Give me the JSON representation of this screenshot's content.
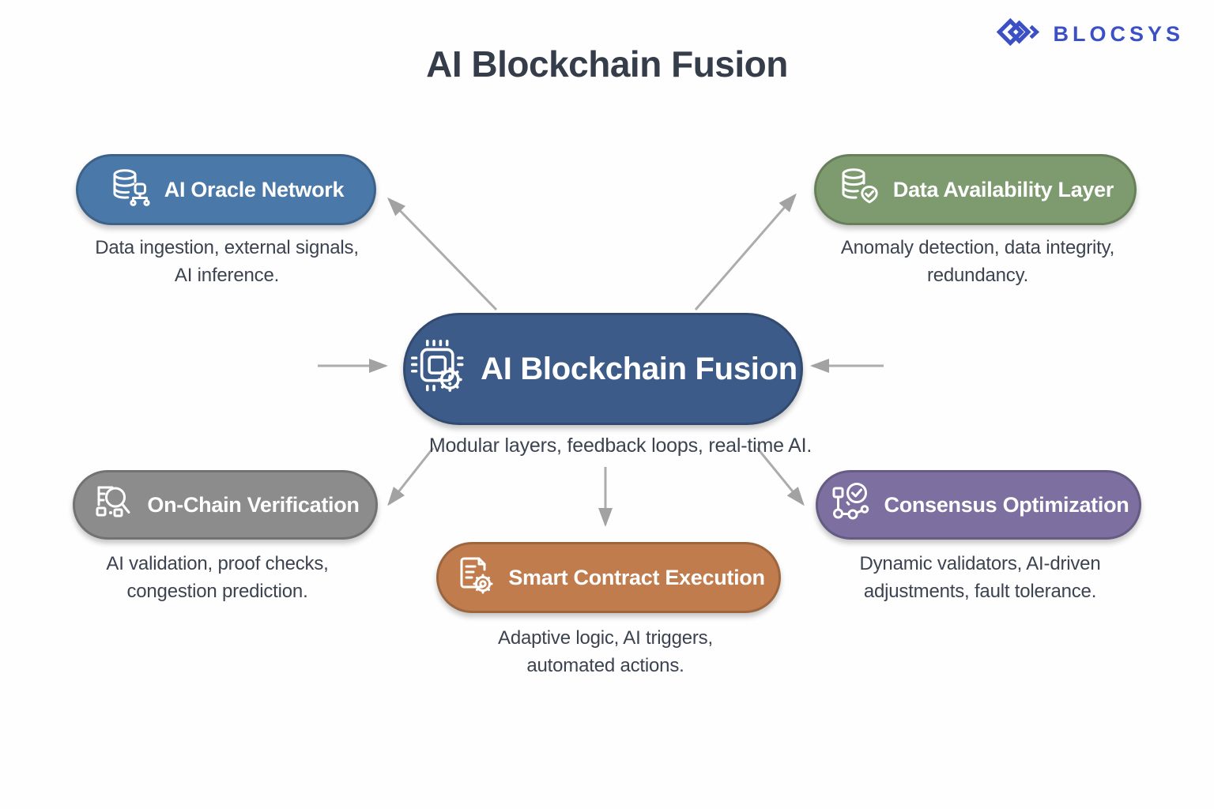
{
  "title": "AI Blockchain Fusion",
  "logo": {
    "name": "BLOCSYS",
    "color": "#3b50c5",
    "icon": "overlapping-diamonds-chevron"
  },
  "center": {
    "label": "AI Blockchain Fusion",
    "description": "Modular layers, feedback loops, real-time AI.",
    "color": "#3d5b88",
    "icon": "chip-gear-icon"
  },
  "nodes": [
    {
      "label": "AI Oracle Network",
      "description": "Data ingestion, external signals,\nAI inference.",
      "color": "#4a78a8",
      "icon": "database-network-icon"
    },
    {
      "label": "Data Availability Layer",
      "description": "Anomaly detection, data integrity,\nredundancy.",
      "color": "#7e9b70",
      "icon": "database-check-icon"
    },
    {
      "label": "On-Chain Verification",
      "description": "AI validation, proof checks,\ncongestion prediction.",
      "color": "#8c8c8c",
      "icon": "blocks-magnifier-icon"
    },
    {
      "label": "Smart Contract Execution",
      "description": "Adaptive logic, AI triggers,\nautomated actions.",
      "color": "#c07c4c",
      "icon": "document-gear-icon"
    },
    {
      "label": "Consensus Optimization",
      "description": "Dynamic validators, AI-driven\nadjustments, fault tolerance.",
      "color": "#7d6fa0",
      "icon": "network-check-icon"
    }
  ],
  "arrows": {
    "color": "#acacac",
    "connections": [
      {
        "from": "center",
        "to": "ai-oracle-network"
      },
      {
        "from": "center",
        "to": "data-availability-layer"
      },
      {
        "from": "left-edge",
        "to": "center"
      },
      {
        "from": "right-edge",
        "to": "center"
      },
      {
        "from": "center",
        "to": "on-chain-verification"
      },
      {
        "from": "center",
        "to": "smart-contract-execution"
      },
      {
        "from": "center",
        "to": "consensus-optimization"
      }
    ]
  }
}
